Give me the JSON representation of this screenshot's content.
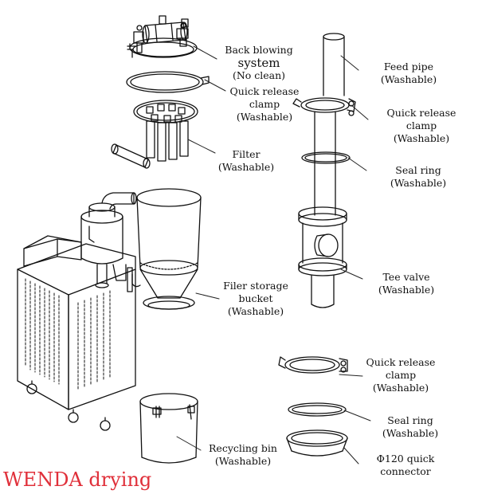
{
  "labels": {
    "back_blowing": [
      "Back blowing",
      "system",
      "(No clean)"
    ],
    "qr_clamp_top": [
      "Quick release",
      "clamp",
      "(Washable)"
    ],
    "filter": [
      "Filter",
      "(Washable)"
    ],
    "filer_storage": [
      "Filer storage",
      "bucket",
      "(Washable)"
    ],
    "recycling_bin": [
      "Recycling bin",
      "(Washable)"
    ],
    "feed_pipe": [
      "Feed pipe",
      "(Washable)"
    ],
    "qr_clamp_right": [
      "Quick release",
      "clamp",
      "(Washable)"
    ],
    "seal_ring_upper": [
      "Seal ring",
      "(Washable)"
    ],
    "tee_valve": [
      "Tee valve",
      "(Washable)"
    ],
    "qr_clamp_lower": [
      "Quick release",
      "clamp",
      "(Washable)"
    ],
    "seal_ring_lower": [
      "Seal ring",
      "(Washable)"
    ],
    "connector": [
      "Φ120  quick",
      "connector"
    ]
  },
  "brand": {
    "text": "WENDA drying",
    "color": "#e0303a"
  },
  "colors": {
    "line": "#111111",
    "leader": "#222222"
  }
}
